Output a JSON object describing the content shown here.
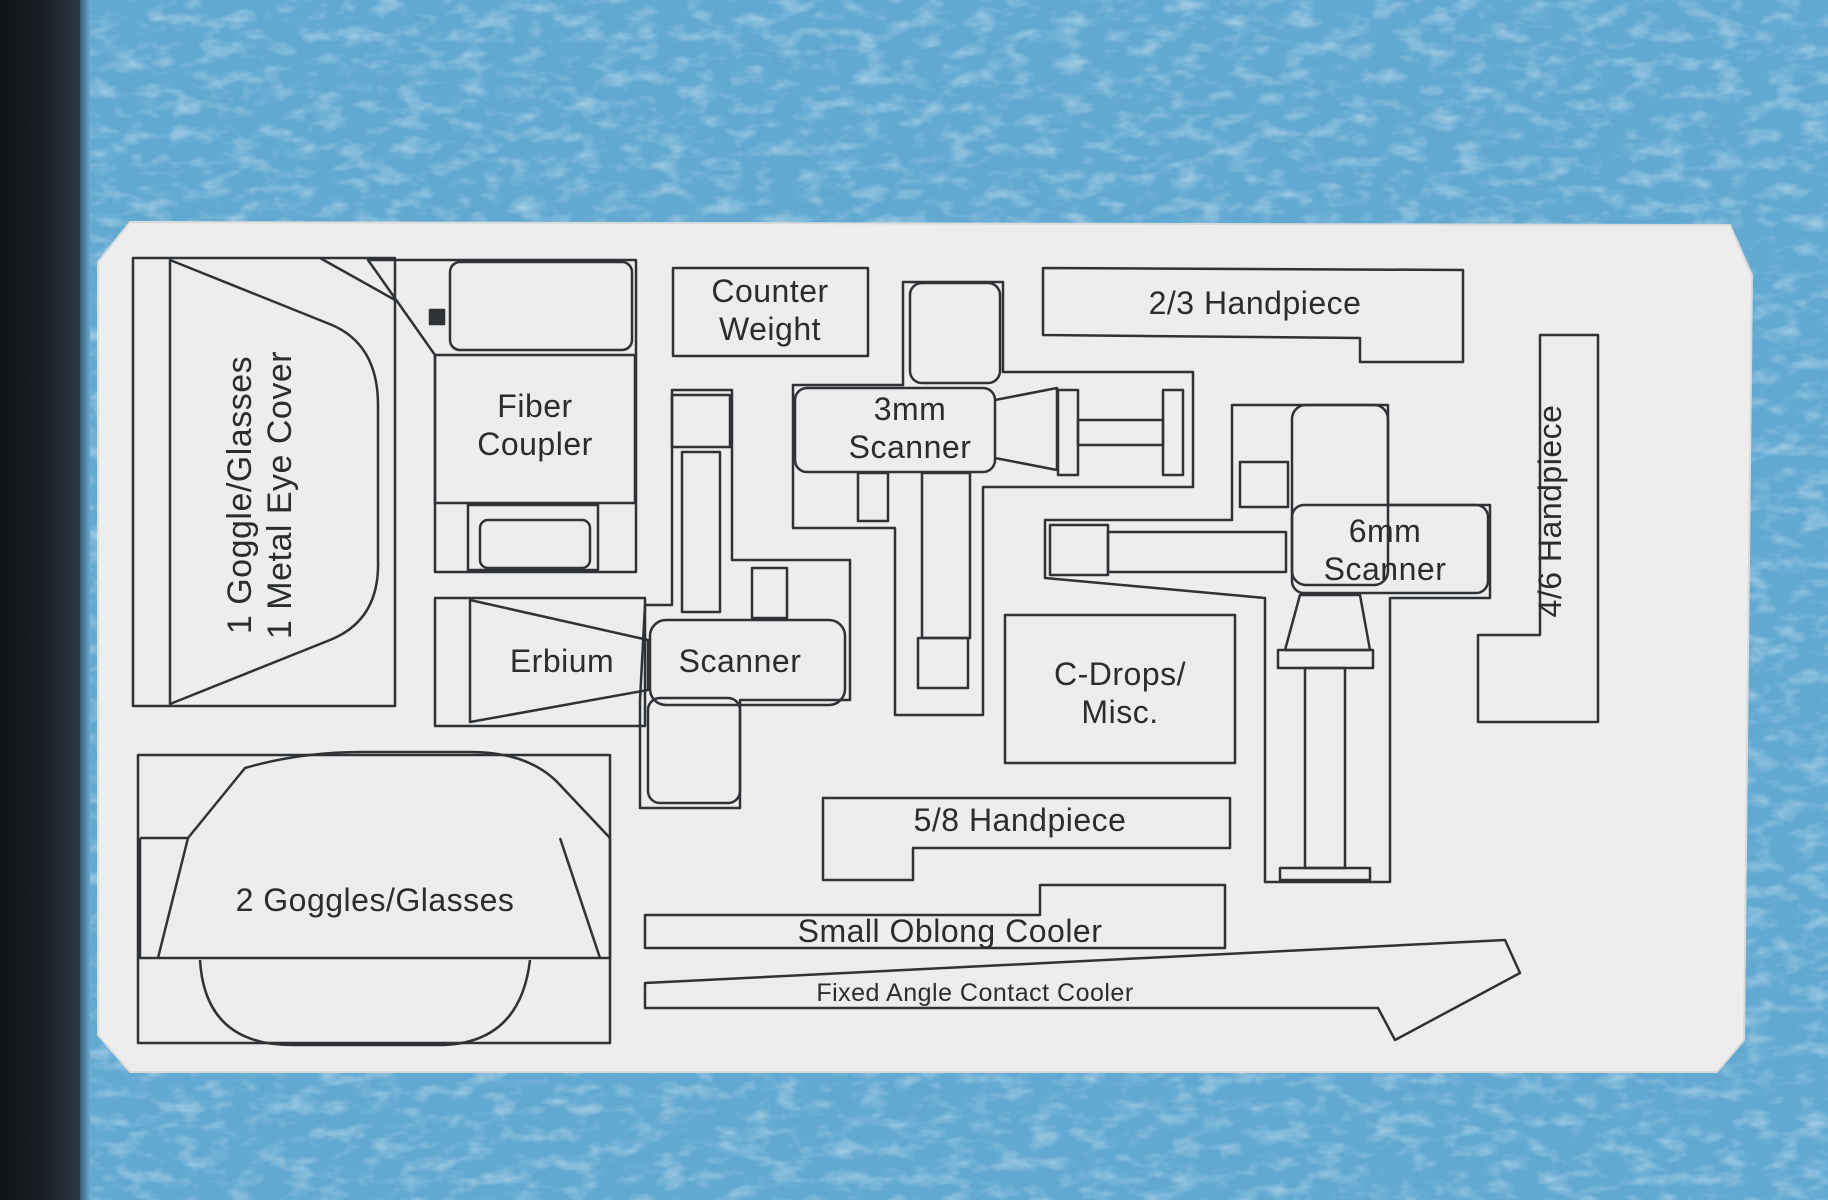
{
  "image": {
    "description_colors": {
      "foam": "#5fa6cf",
      "sheet": "#ededec",
      "ink": "#2a2d30"
    }
  },
  "labels": {
    "goggle_cover_line1": "1 Goggle/Glasses",
    "goggle_cover_line2": "1 Metal Eye Cover",
    "fiber_coupler_line1": "Fiber",
    "fiber_coupler_line2": "Coupler",
    "counter_weight_line1": "Counter",
    "counter_weight_line2": "Weight",
    "handpiece_23": "2/3 Handpiece",
    "scanner_3mm_line1": "3mm",
    "scanner_3mm_line2": "Scanner",
    "handpiece_46": "4/6 Handpiece",
    "scanner_6mm_line1": "6mm",
    "scanner_6mm_line2": "Scanner",
    "erbium": "Erbium",
    "scanner": "Scanner",
    "c_drops_line1": "C-Drops/",
    "c_drops_line2": "Misc.",
    "goggles_2": "2 Goggles/Glasses",
    "handpiece_58": "5/8 Handpiece",
    "small_oblong_cooler": "Small Oblong Cooler",
    "fixed_angle_contact_cooler": "Fixed Angle Contact Cooler"
  }
}
